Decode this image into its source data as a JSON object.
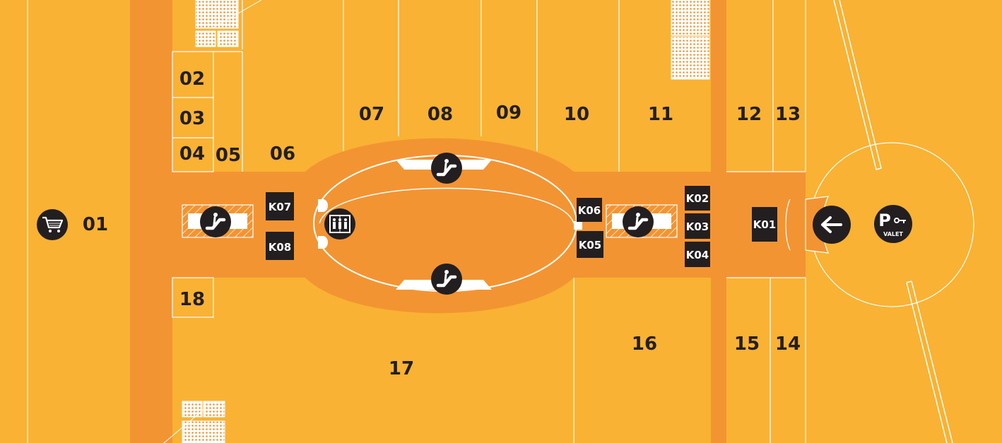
{
  "colors": {
    "background": "#f9b233",
    "corridor": "#f39433",
    "label": "#231f20",
    "kiosk_fill": "#231f20",
    "kiosk_text": "#ffffff",
    "line": "#ffffff",
    "hatch": "#ffe3a8"
  },
  "units": {
    "u01": "01",
    "u02": "02",
    "u03": "03",
    "u04": "04",
    "u05": "05",
    "u06": "06",
    "u07": "07",
    "u08": "08",
    "u09": "09",
    "u10": "10",
    "u11": "11",
    "u12": "12",
    "u13": "13",
    "u14": "14",
    "u15": "15",
    "u16": "16",
    "u17": "17",
    "u18": "18"
  },
  "kiosks": {
    "k01": "K01",
    "k02": "K02",
    "k03": "K03",
    "k04": "K04",
    "k05": "K05",
    "k06": "K06",
    "k07": "K07",
    "k08": "K08"
  },
  "icons": {
    "supermarket": "shopping-cart-icon",
    "escalator": "escalator-icon",
    "elevator": "elevator-icon",
    "entrance": "arrow-left-icon",
    "valet": "valet-parking-icon"
  },
  "valet": {
    "p": "P",
    "text": "VALET"
  }
}
